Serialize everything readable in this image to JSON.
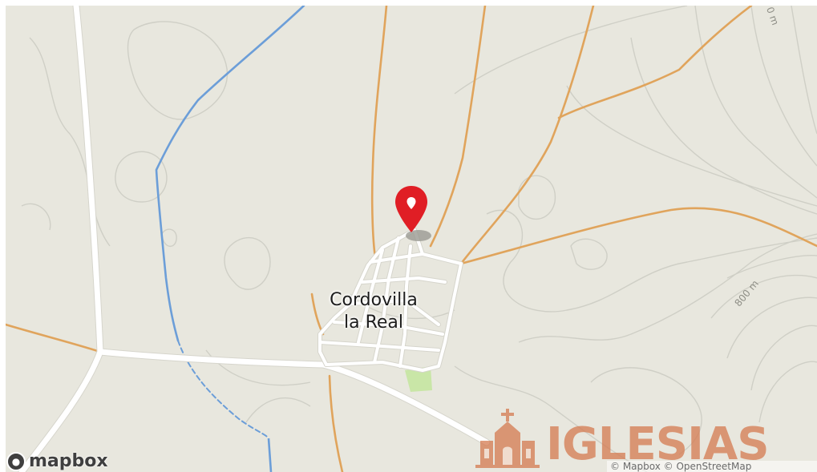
{
  "map": {
    "place_label_line1": "Cordovilla",
    "place_label_line2": "la Real",
    "contour_label_800": "800 m",
    "contour_label_top": "0 m",
    "marker_icon": "map-pin",
    "colors": {
      "land": "#e8e7de",
      "river": "#6c9ed8",
      "road_major": "#e0a45c",
      "road_minor": "#ffffff",
      "contour": "#cfcfc6",
      "marker": "#e01e25",
      "park": "#c9e6a7"
    }
  },
  "branding": {
    "mapbox_logo_text": "mapbox",
    "attribution": "© Mapbox © OpenStreetMap",
    "attribution_mapbox": "© Mapbox",
    "attribution_osm": "© OpenStreetMap",
    "watermark_text": "IGLESIAS",
    "watermark_icon": "church-icon"
  }
}
